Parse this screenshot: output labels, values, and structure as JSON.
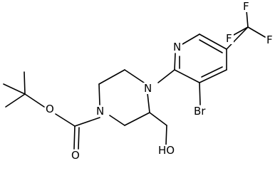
{
  "diagram": {
    "type": "chemical-structure",
    "background": "#ffffff",
    "bond_color": "#000000",
    "atoms": [
      {
        "id": "F1",
        "label": "F"
      },
      {
        "id": "F2",
        "label": "F"
      },
      {
        "id": "F3",
        "label": "F"
      },
      {
        "id": "N_py",
        "label": "N"
      },
      {
        "id": "N4",
        "label": "N"
      },
      {
        "id": "N1",
        "label": "N"
      },
      {
        "id": "Br",
        "label": "Br"
      },
      {
        "id": "O_ester",
        "label": "O"
      },
      {
        "id": "O_carbonyl",
        "label": "O"
      },
      {
        "id": "OH",
        "label": "HO"
      }
    ]
  }
}
